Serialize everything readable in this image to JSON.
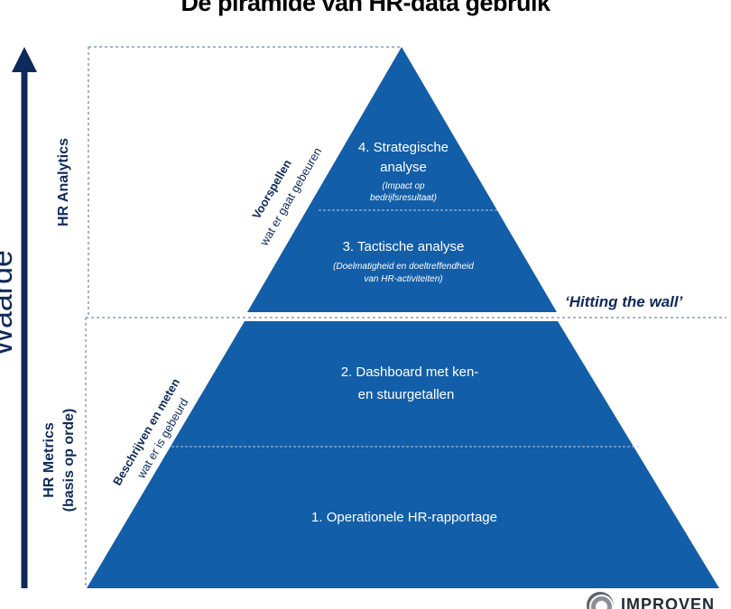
{
  "title": "De piramide van HR-data gebruik",
  "axis": {
    "label": "Waarde",
    "color": "#0e2a5a"
  },
  "categories": {
    "analytics": "HR Analytics",
    "metrics_line1": "HR Metrics",
    "metrics_line2": "(basis op orde)"
  },
  "sides": {
    "upper_title": "Voorspellen",
    "upper_sub": "wat er gaat gebeuren",
    "lower_title": "Beschrijven en meten",
    "lower_sub": "wat er is gebeurd"
  },
  "levels": {
    "level4_line1": "4. Strategische",
    "level4_line2": "analyse",
    "level4_note1": "(Impact op",
    "level4_note2": "bedrijfsresultaat)",
    "level3_line1": "3. Tactische analyse",
    "level3_note1": "(Doelmatigheid en doeltreffendheid",
    "level3_note2": "van HR-activiteiten)",
    "level2_line1": "2. Dashboard met ken-",
    "level2_line2": "en stuurgetallen",
    "level1_line1": "1. Operationele HR-rapportage"
  },
  "wall_label": "‘Hitting the wall’",
  "logo_text": "IMPROVEN",
  "colors": {
    "pyramid": "#135ea8",
    "navy": "#0e2a5a",
    "divider": "#b7cbe3"
  }
}
